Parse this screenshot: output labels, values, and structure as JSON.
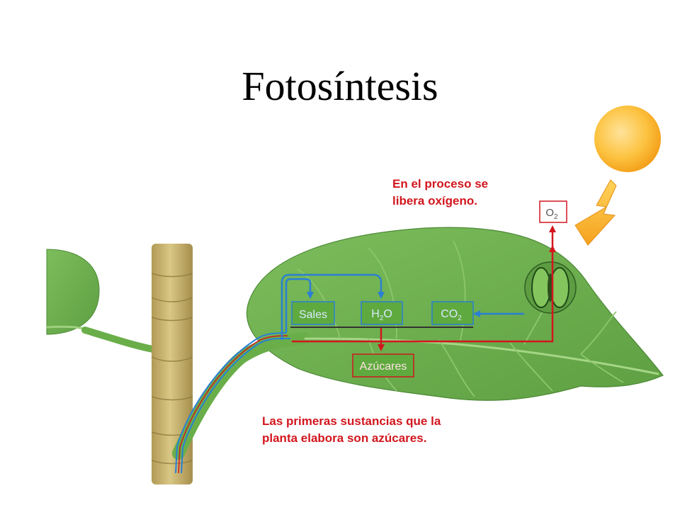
{
  "title": "Fotosíntesis",
  "notes": {
    "oxygen": [
      "En el proceso se",
      "libera oxígeno."
    ],
    "sugars": [
      "Las primeras sustancias que la",
      "planta elabora son azúcares."
    ]
  },
  "labels": {
    "o2": {
      "main": "O",
      "sub": "2"
    },
    "sales": "Sales",
    "h2o": {
      "a": "H",
      "sub": "2",
      "b": "O"
    },
    "co2": {
      "main": "CO",
      "sub": "2"
    },
    "azucares": "Azúcares"
  },
  "colors": {
    "red": "#d2161e",
    "blue": "#2a7fd4",
    "label_blue": "#3f5aa8",
    "leaf": "#6aae4a",
    "leaf_dark": "#3d7a2e",
    "sun": "#fbb62a",
    "stem": "#c9b36e"
  }
}
